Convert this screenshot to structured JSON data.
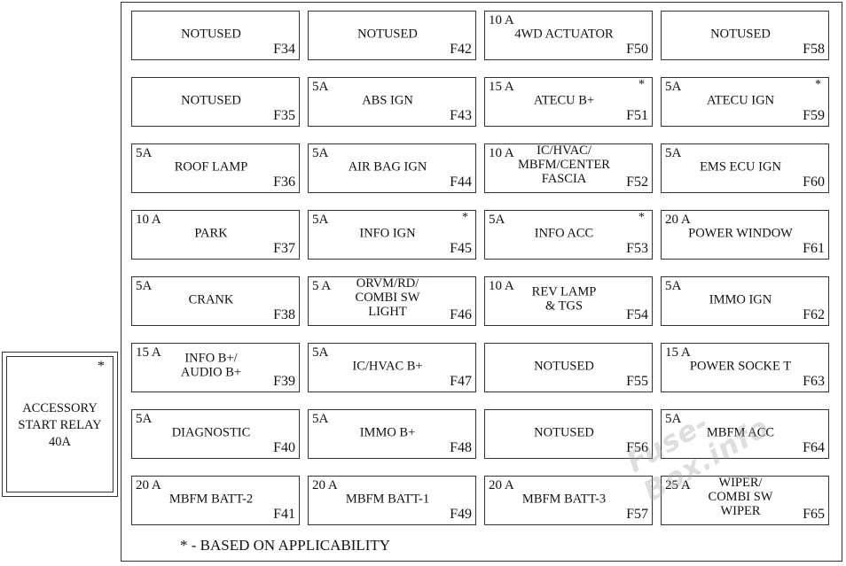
{
  "fuses": [
    {
      "code": "F34",
      "amp": "",
      "desc": "NOTUSED",
      "star": false
    },
    {
      "code": "F42",
      "amp": "",
      "desc": "NOTUSED",
      "star": false
    },
    {
      "code": "F50",
      "amp": "10 A",
      "desc": "4WD ACTUATOR",
      "star": false
    },
    {
      "code": "F58",
      "amp": "",
      "desc": "NOTUSED",
      "star": false
    },
    {
      "code": "F35",
      "amp": "",
      "desc": "NOTUSED",
      "star": false
    },
    {
      "code": "F43",
      "amp": "5A",
      "desc": "ABS IGN",
      "star": false
    },
    {
      "code": "F51",
      "amp": "15 A",
      "desc": "ATECU B+",
      "star": true
    },
    {
      "code": "F59",
      "amp": "5A",
      "desc": "ATECU IGN",
      "star": true
    },
    {
      "code": "F36",
      "amp": "5A",
      "desc": "ROOF LAMP",
      "star": false
    },
    {
      "code": "F44",
      "amp": "5A",
      "desc": "AIR BAG IGN",
      "star": false
    },
    {
      "code": "F52",
      "amp": "10 A",
      "desc": "IC/HVAC/\nMBFM/CENTER\nFASCIA",
      "star": false
    },
    {
      "code": "F60",
      "amp": "5A",
      "desc": "EMS ECU IGN",
      "star": false
    },
    {
      "code": "F37",
      "amp": "10 A",
      "desc": "PARK",
      "star": false
    },
    {
      "code": "F45",
      "amp": "5A",
      "desc": "INFO IGN",
      "star": true
    },
    {
      "code": "F53",
      "amp": "5A",
      "desc": "INFO ACC",
      "star": true
    },
    {
      "code": "F61",
      "amp": "20 A",
      "desc": "POWER WINDOW",
      "star": false
    },
    {
      "code": "F38",
      "amp": "5A",
      "desc": "CRANK",
      "star": false
    },
    {
      "code": "F46",
      "amp": "5  A",
      "desc": "ORVM/RD/\nCOMBI SW\nLIGHT",
      "star": false
    },
    {
      "code": "F54",
      "amp": "10 A",
      "desc": "REV LAMP\n& TGS",
      "star": false
    },
    {
      "code": "F62",
      "amp": "5A",
      "desc": "IMMO IGN",
      "star": false
    },
    {
      "code": "F39",
      "amp": "15 A",
      "desc": "INFO B+/\nAUDIO B+",
      "star": false
    },
    {
      "code": "F47",
      "amp": "5A",
      "desc": "IC/HVAC B+",
      "star": false
    },
    {
      "code": "F55",
      "amp": "",
      "desc": "NOTUSED",
      "star": false
    },
    {
      "code": "F63",
      "amp": "15 A",
      "desc": "POWER SOCKE  T",
      "star": false
    },
    {
      "code": "F40",
      "amp": "5A",
      "desc": "DIAGNOSTIC",
      "star": false
    },
    {
      "code": "F48",
      "amp": "5A",
      "desc": "IMMO B+",
      "star": false
    },
    {
      "code": "F56",
      "amp": "",
      "desc": "NOTUSED",
      "star": false
    },
    {
      "code": "F64",
      "amp": "5A",
      "desc": "MBFM ACC",
      "star": false
    },
    {
      "code": "F41",
      "amp": "20 A",
      "desc": "MBFM BATT-2",
      "star": false
    },
    {
      "code": "F49",
      "amp": "20 A",
      "desc": "MBFM BATT-1",
      "star": false
    },
    {
      "code": "F57",
      "amp": "20 A",
      "desc": "MBFM BATT-3",
      "star": false
    },
    {
      "code": "F65",
      "amp": "25 A",
      "desc": "WIPER/\nCOMBI SW\nWIPER",
      "star": false
    }
  ],
  "relay": {
    "star": "*",
    "label": "ACCESSORY\nSTART RELAY\n40A"
  },
  "footnote": "* - BASED ON APPLICABILITY",
  "watermark": "Fuse-Box.info"
}
